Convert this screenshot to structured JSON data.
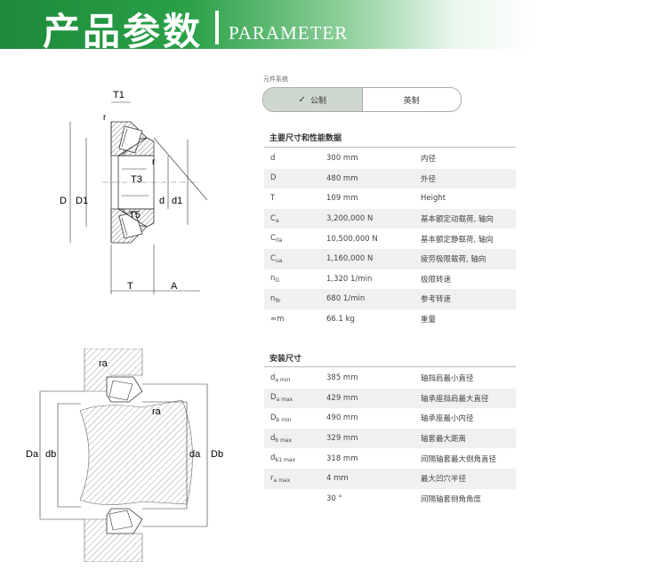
{
  "header": {
    "title_zh": "产品参数",
    "title_en": "PARAMETER"
  },
  "unit_system": {
    "label": "元件系统",
    "options": [
      {
        "label": "公制",
        "selected": true
      },
      {
        "label": "英制",
        "selected": false
      }
    ]
  },
  "main_dimensions": {
    "title": "主要尺寸和性能数据",
    "rows": [
      {
        "symbol": "d",
        "sub": "",
        "value": "300 mm",
        "desc": "内径"
      },
      {
        "symbol": "D",
        "sub": "",
        "value": "480 mm",
        "desc": "外径"
      },
      {
        "symbol": "T",
        "sub": "",
        "value": "109 mm",
        "desc": "Height"
      },
      {
        "symbol": "C",
        "sub": "a",
        "value": "3,200,000 N",
        "desc": "基本额定动载荷, 轴向"
      },
      {
        "symbol": "C",
        "sub": "0a",
        "value": "10,500,000 N",
        "desc": "基本额定静载荷, 轴向"
      },
      {
        "symbol": "C",
        "sub": "ua",
        "value": "1,160,000 N",
        "desc": "疲劳极限载荷, 轴向"
      },
      {
        "symbol": "n",
        "sub": "G",
        "value": "1,320 1/min",
        "desc": "极限转速"
      },
      {
        "symbol": "n",
        "sub": "ϑr",
        "value": "680 1/min",
        "desc": "参考转速"
      },
      {
        "symbol": "≈m",
        "sub": "",
        "value": "66.1 kg",
        "desc": "重量"
      }
    ]
  },
  "mounting_dimensions": {
    "title": "安装尺寸",
    "rows": [
      {
        "symbol": "d",
        "sub": "a min",
        "value": "385 mm",
        "desc": "轴挡肩最小直径"
      },
      {
        "symbol": "D",
        "sub": "a max",
        "value": "429 mm",
        "desc": "轴承座挡肩最大直径"
      },
      {
        "symbol": "D",
        "sub": "b min",
        "value": "490 mm",
        "desc": "轴承座最小内径"
      },
      {
        "symbol": "d",
        "sub": "b max",
        "value": "329 mm",
        "desc": "轴套最大距离"
      },
      {
        "symbol": "d",
        "sub": "b1 max",
        "value": "318 mm",
        "desc": "间隔轴套最大倒角直径"
      },
      {
        "symbol": "r",
        "sub": "a max",
        "value": "4 mm",
        "desc": "最大凹穴半径"
      },
      {
        "symbol": "",
        "sub": "",
        "value": "30 °",
        "desc": "间隔轴套倒角角度"
      }
    ]
  },
  "diagram_top_labels": {
    "T1": "T1",
    "r_top": "r",
    "r_right": "r",
    "T3": "T3",
    "T5": "T5",
    "D": "D",
    "D1": "D1",
    "d": "d",
    "d1": "d1",
    "T": "T",
    "A": "A"
  },
  "diagram_bottom_labels": {
    "ra_top": "ra",
    "ra_right": "ra",
    "Da_left": "Da",
    "db_left": "db",
    "da_right": "da",
    "Db_right": "Db"
  }
}
